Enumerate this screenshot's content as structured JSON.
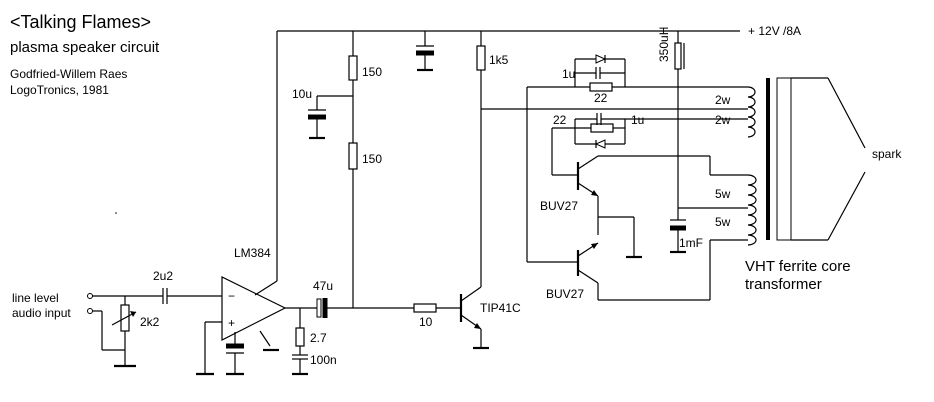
{
  "header": {
    "title": "<Talking Flames>",
    "subtitle": "plasma speaker circuit",
    "author": "Godfried-Willem Raes",
    "company": "LogoTronics, 1981"
  },
  "supply": {
    "label": "+ 12V  /8A"
  },
  "input": {
    "label_line1": "line level",
    "label_line2": "audio input"
  },
  "components": {
    "c_in": "2u2",
    "pot": "2k2",
    "amp": "LM384",
    "c_out": "47u",
    "r_snub": "2.7",
    "c_snub": "100n",
    "r_top": "150",
    "c_dec": "10u",
    "r_mid": "150",
    "r_base": "10",
    "r_coll": "1k5",
    "q_driver": "TIP41C",
    "inductor": "350uH",
    "c_fb1": "1u",
    "r_fb1": "22",
    "r_fb2": "22",
    "c_fb2": "1u",
    "q_top": "BUV27",
    "q_bot": "BUV27",
    "c_tank": "1mF",
    "winding1": "2w",
    "winding2": "2w",
    "winding3": "5w",
    "winding4": "5w",
    "spark": "spark",
    "transformer_line1": "VHT ferrite core",
    "transformer_line2": "transformer"
  },
  "symbols": {
    "minus": "−",
    "plus": "+"
  }
}
